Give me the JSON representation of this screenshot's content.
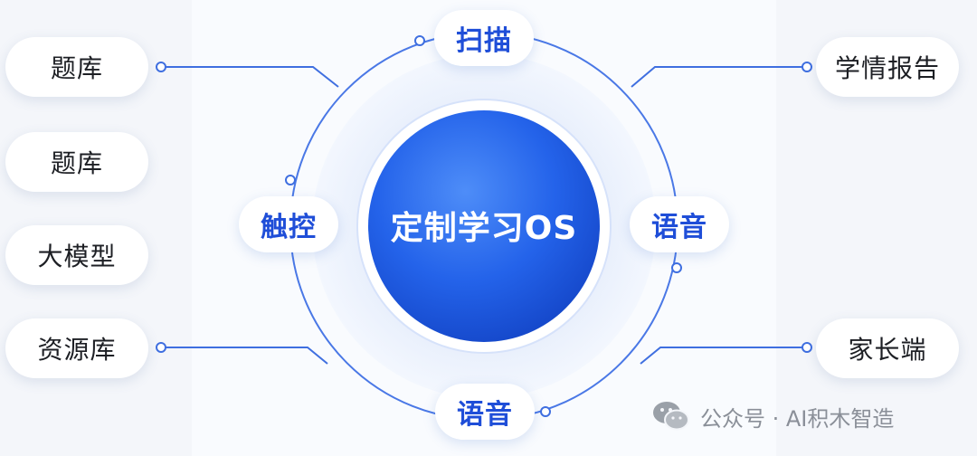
{
  "center": {
    "label": "定制学习OS"
  },
  "orbit_nodes": {
    "top": "扫描",
    "left": "触控",
    "right": "语音",
    "bottom": "语音"
  },
  "left_pills": [
    "题库",
    "题库",
    "大模型",
    "资源库"
  ],
  "right_pills": [
    "学情报告",
    "家长端"
  ],
  "watermark": {
    "text": "公众号 · AI积木智造",
    "icon": "wechat-icon"
  },
  "colors": {
    "accent": "#1f55e6",
    "accent_light": "#4f8ef7",
    "line": "#3f6fe0"
  }
}
